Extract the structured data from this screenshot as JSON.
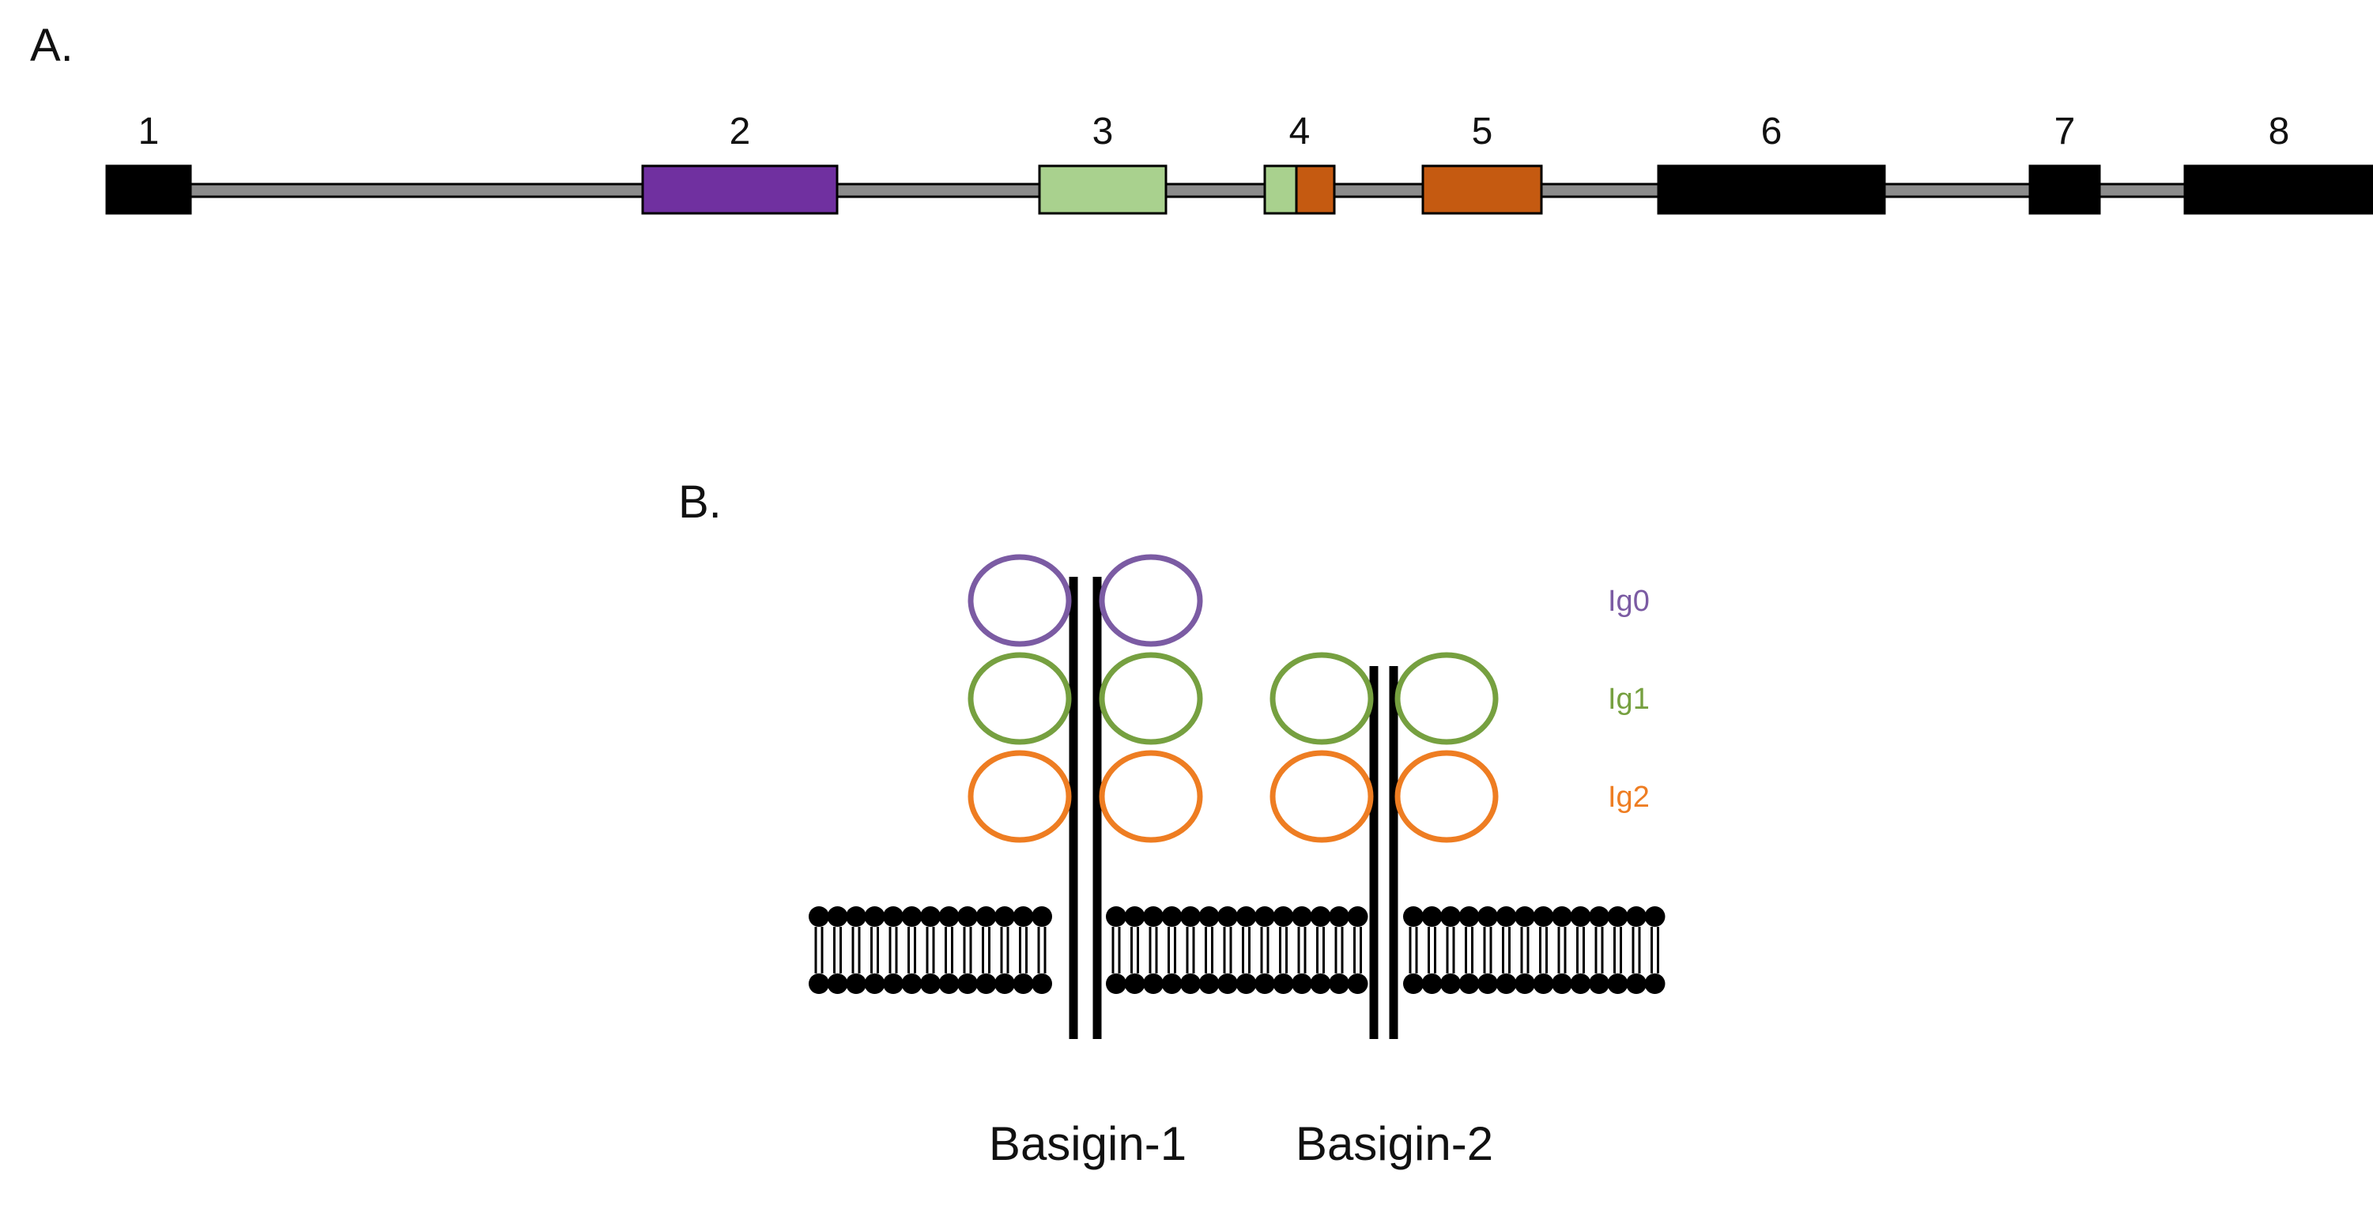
{
  "panel_a": {
    "label": "A.",
    "exons": [
      {
        "num": "1",
        "fill": "#000000"
      },
      {
        "num": "2",
        "fill": "#7030a0"
      },
      {
        "num": "3",
        "fill": "#a9d18e"
      },
      {
        "num": "4",
        "fill": "#a9d18e",
        "fill2": "#c55a11"
      },
      {
        "num": "5",
        "fill": "#c55a11"
      },
      {
        "num": "6",
        "fill": "#000000"
      },
      {
        "num": "7",
        "fill": "#000000"
      },
      {
        "num": "8",
        "fill": "#000000"
      }
    ],
    "intron_color": "#8c8c8c"
  },
  "panel_b": {
    "label": "B.",
    "domains": [
      {
        "label": "Ig0",
        "color": "#7b5ba3"
      },
      {
        "label": "Ig1",
        "color": "#76a040"
      },
      {
        "label": "Ig2",
        "color": "#ee7d22"
      }
    ],
    "proteins": [
      {
        "name": "Basigin-1",
        "domains": [
          "Ig0",
          "Ig1",
          "Ig2"
        ]
      },
      {
        "name": "Basigin-2",
        "domains": [
          "Ig1",
          "Ig2"
        ]
      }
    ]
  }
}
